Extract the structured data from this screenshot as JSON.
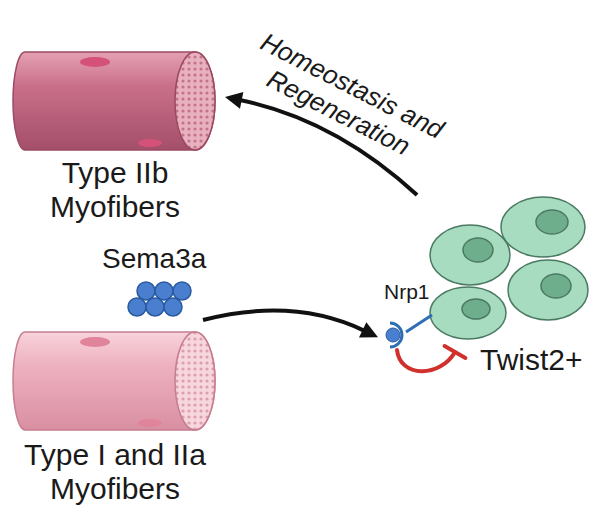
{
  "diagram": {
    "nodes": [
      {
        "text": [
          "Type IIb Myofibers"
        ]
      },
      {
        "text": [
          "Twist2+"
        ]
      },
      {
        "text": [
          "Type I and IIa Myofibers"
        ]
      }
    ],
    "edges": [
      {
        "from": 1,
        "to": 0,
        "label": "Homeostasis and Regeneration",
        "arrow": "to"
      },
      {
        "from": 2,
        "to": 1,
        "arrow": "to"
      }
    ],
    "labels": [
      "Sema3a",
      "Nrp1"
    ]
  }
}
